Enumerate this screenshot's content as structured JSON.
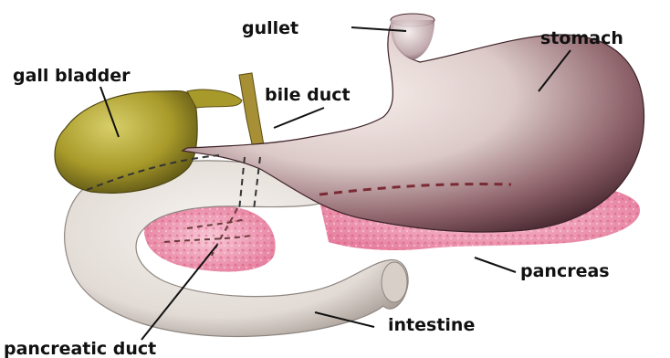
{
  "labels": {
    "gullet": "gullet",
    "stomach": "stomach",
    "gall_bladder": "gall bladder",
    "bile_duct": "bile duct",
    "pancreas": "pancreas",
    "intestine": "intestine",
    "pancreatic_duct": "pancreatic duct"
  },
  "colors": {
    "stomach_light": "#f4ece8",
    "stomach_dark": "#4a2a32",
    "gall_bladder": "#a89a2a",
    "pancreas": "#e98aa6",
    "intestine": "#ece7e2",
    "duct_line": "#6b3a3a"
  }
}
